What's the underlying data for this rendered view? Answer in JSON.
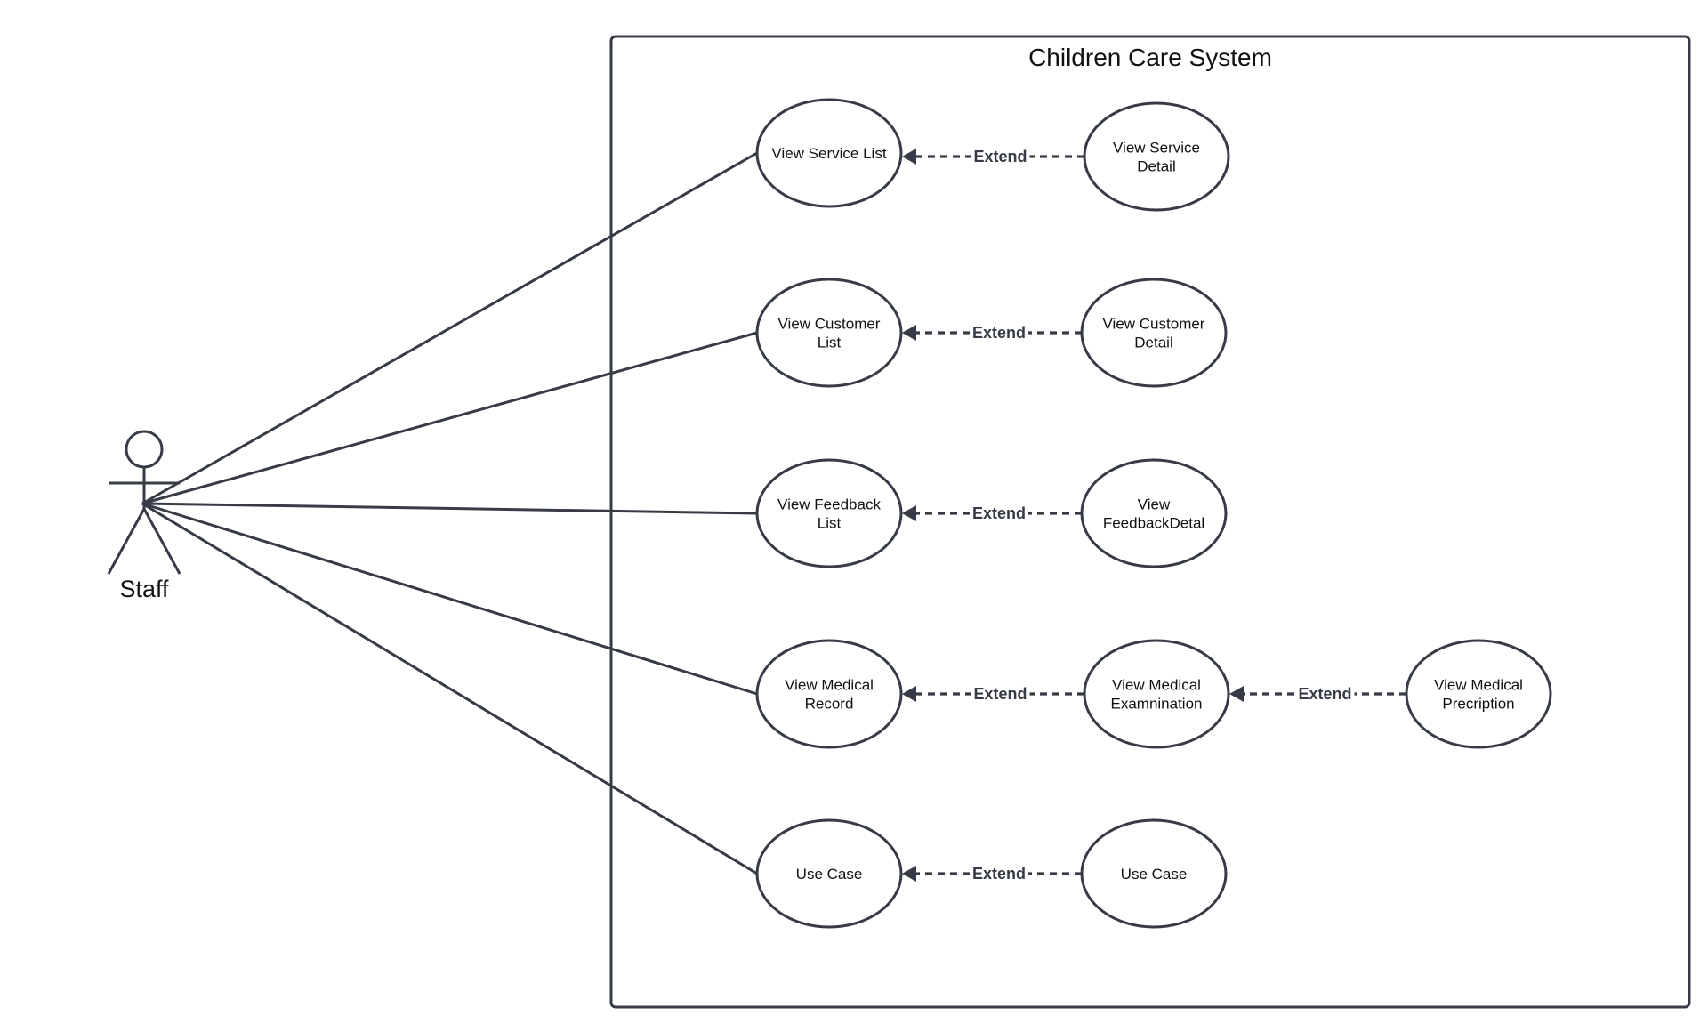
{
  "diagram": {
    "system_title": "Children Care System",
    "actor": {
      "label": "Staff"
    },
    "colors": {
      "stroke": "#363b46",
      "text": "#111111",
      "background": "#ffffff"
    },
    "use_cases": {
      "service_list": [
        "View Service List"
      ],
      "service_detail": [
        "View Service",
        "Detail"
      ],
      "customer_list": [
        "View Customer",
        "List"
      ],
      "customer_detail": [
        "View Customer",
        "Detail"
      ],
      "feedback_list": [
        "View Feedback",
        "List"
      ],
      "feedback_detail": [
        "View",
        "FeedbackDetal"
      ],
      "medical_record": [
        "View Medical",
        "Record"
      ],
      "medical_exam": [
        "View Medical",
        "Examnination"
      ],
      "medical_prescription": [
        "View Medical",
        "Precription"
      ],
      "use_case_1": [
        "Use Case"
      ],
      "use_case_2": [
        "Use Case"
      ]
    },
    "associations": [
      "service_list",
      "customer_list",
      "feedback_list",
      "medical_record",
      "use_case_1"
    ],
    "extends": [
      {
        "from": "service_detail",
        "to": "service_list",
        "label": "Extend"
      },
      {
        "from": "customer_detail",
        "to": "customer_list",
        "label": "Extend"
      },
      {
        "from": "feedback_detail",
        "to": "feedback_list",
        "label": "Extend"
      },
      {
        "from": "medical_exam",
        "to": "medical_record",
        "label": "Extend"
      },
      {
        "from": "medical_prescription",
        "to": "medical_exam",
        "label": "Extend"
      },
      {
        "from": "use_case_2",
        "to": "use_case_1",
        "label": "Extend"
      }
    ]
  }
}
